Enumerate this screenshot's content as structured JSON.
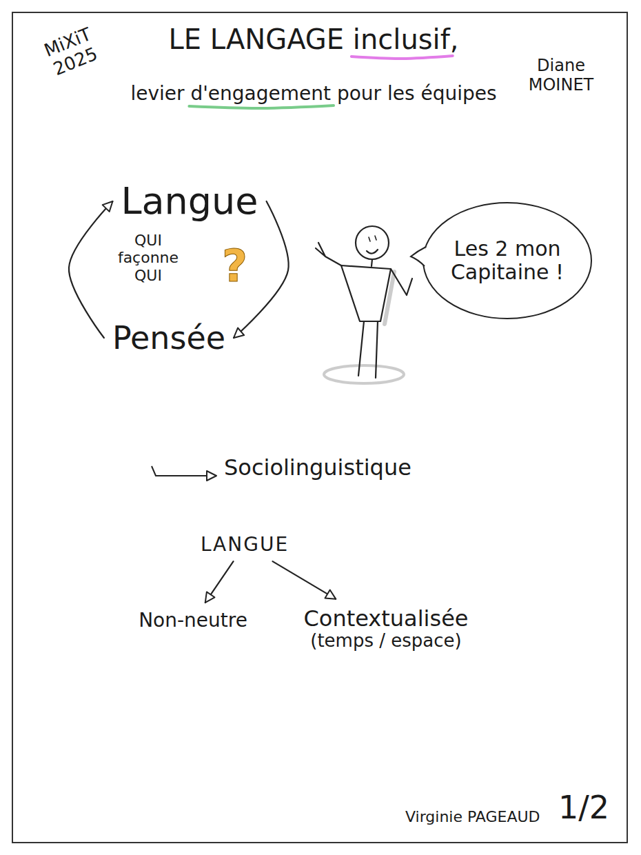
{
  "diagram": {
    "title": "LE LANGAGE inclusif,",
    "nodes": [
      {
        "text": [
          "Langue"
        ]
      },
      {
        "text": [
          "Pensée"
        ]
      },
      {
        "text": [
          "Les 2 mon Capitaine !"
        ]
      },
      {
        "text": [
          "LANGUE"
        ]
      },
      {
        "text": [
          "Non-neutre"
        ]
      },
      {
        "text": [
          "Contextualisée",
          "(temps / espace)"
        ]
      }
    ],
    "edges": [
      {
        "from": 0,
        "to": 1,
        "arrow": "to"
      },
      {
        "from": 1,
        "to": 0,
        "arrow": "to"
      },
      {
        "from": 3,
        "to": 4,
        "arrow": "to"
      },
      {
        "from": 3,
        "to": 5,
        "arrow": "to"
      }
    ],
    "labels": [
      "MiXiT 2025",
      "levier d'engagement pour les équipes",
      "Diane MOINET",
      "QUI façonne QUI",
      "?",
      "Sociolinguistique",
      "Virginie PAGEAUD",
      "1/2"
    ]
  }
}
